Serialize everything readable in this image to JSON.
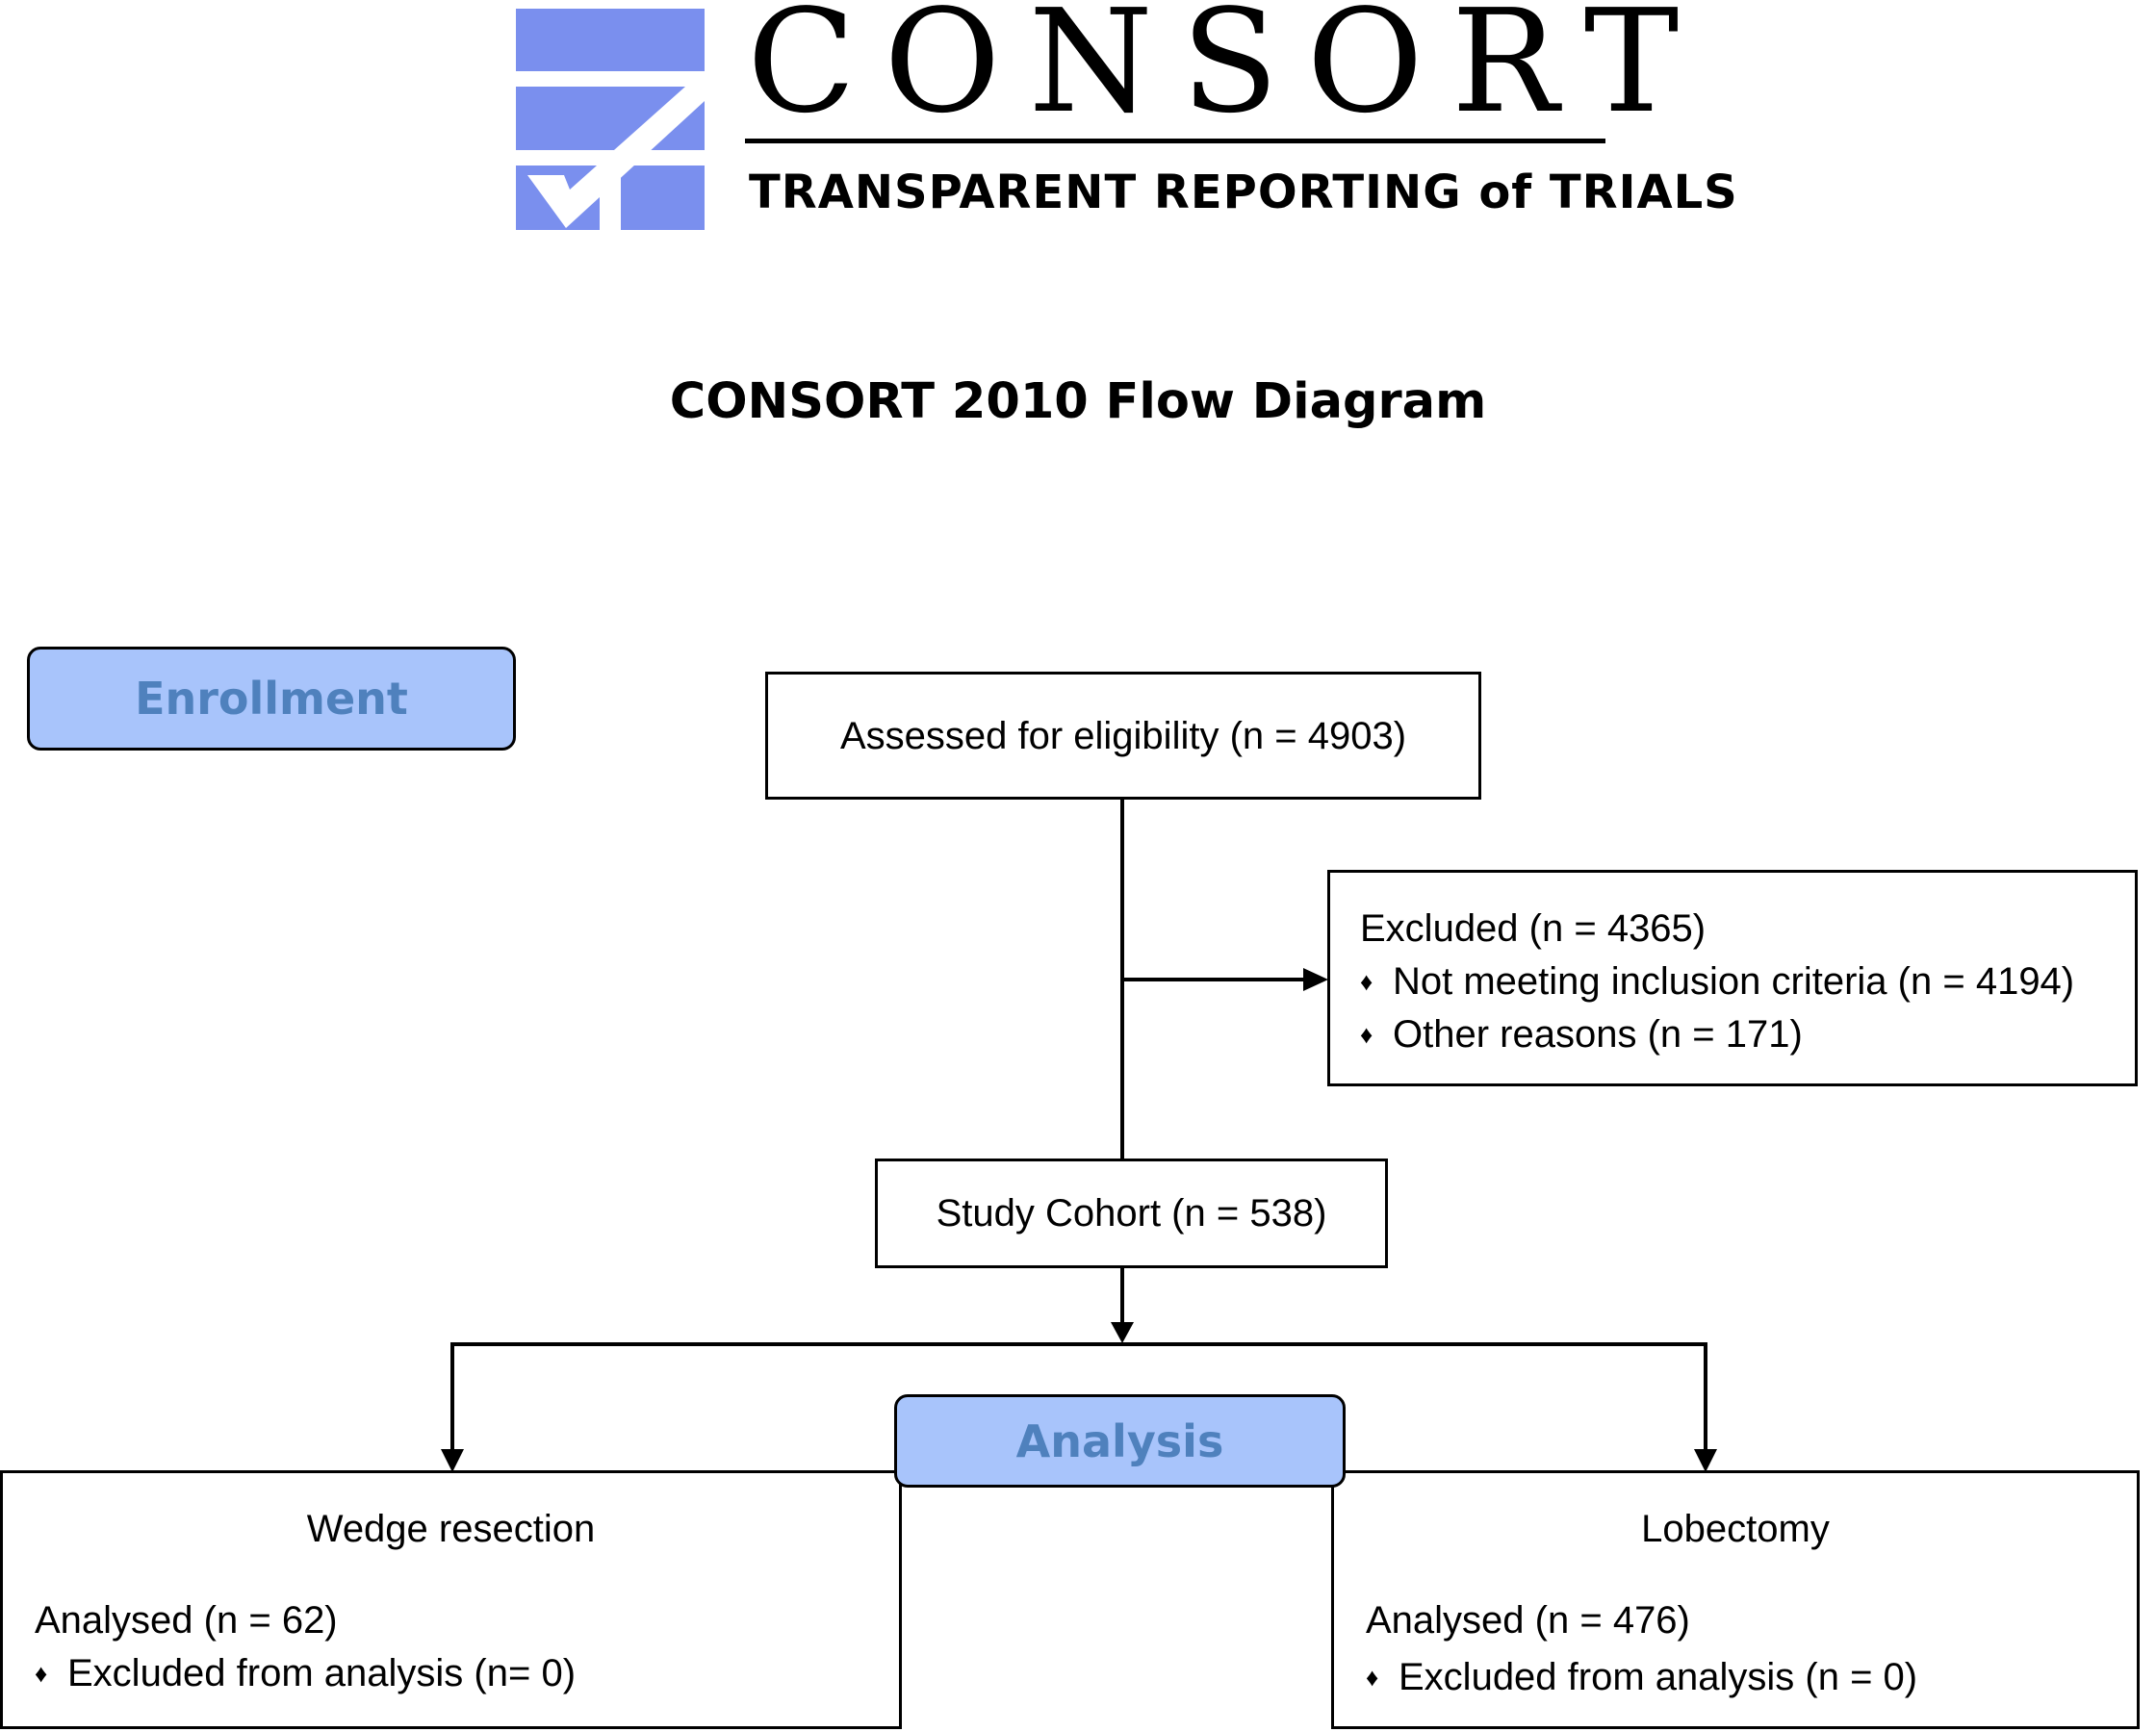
{
  "logo": {
    "wordmark": "CONSORT",
    "tagline": "TRANSPARENT REPORTING of TRIALS",
    "mark_color": "#7a8fee",
    "icon": "checkmark-icon"
  },
  "title": "CONSORT 2010 Flow Diagram",
  "stages": {
    "enrollment": "Enrollment",
    "analysis": "Analysis",
    "fill_color": "#a8c4fb",
    "text_color": "#4f81bd"
  },
  "boxes": {
    "assessed": "Assessed for eligibility (n = 4903)",
    "excluded": {
      "heading": "Excluded (n = 4365)",
      "items": [
        "Not meeting inclusion criteria (n = 4194)",
        "Other reasons (n = 171)"
      ]
    },
    "cohort": "Study Cohort (n = 538)",
    "wedge": {
      "title": "Wedge resection",
      "analysed": "Analysed (n = 62)",
      "excluded": "Excluded from analysis (n= 0)"
    },
    "lobectomy": {
      "title": "Lobectomy",
      "analysed": "Analysed (n = 476)",
      "excluded": "Excluded from analysis (n = 0)"
    }
  },
  "bullet_glyph": "♦"
}
